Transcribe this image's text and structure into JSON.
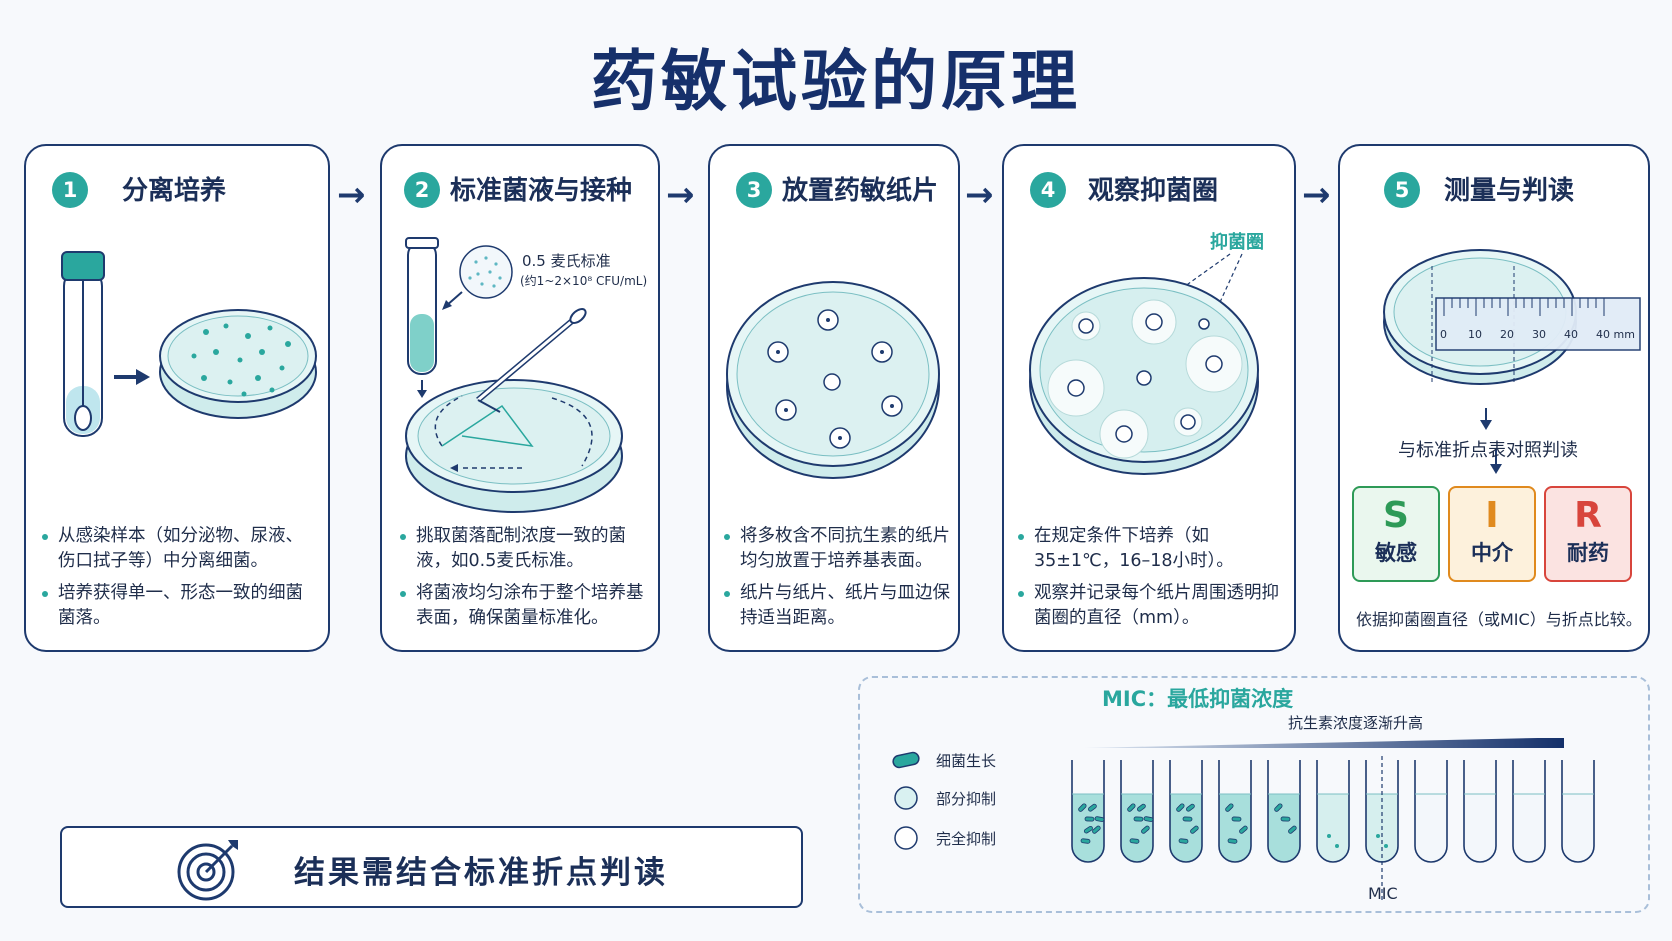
{
  "title": "药敏试验的原理",
  "steps": [
    {
      "number": "1",
      "title": "分离培养",
      "bullets": [
        "从感染样本（如分泌物、尿液、伤口拭子等）中分离细菌。",
        "培养获得单一、形态一致的细菌菌落。"
      ]
    },
    {
      "number": "2",
      "title": "标准菌液与接种",
      "standard_label": "0.5 麦氏标准",
      "standard_note": "(约1~2×10⁸ CFU/mL)",
      "bullets": [
        "挑取菌落配制浓度一致的菌液，如0.5麦氏标准。",
        "将菌液均匀涂布于整个培养基表面，确保菌量标准化。"
      ]
    },
    {
      "number": "3",
      "title": "放置药敏纸片",
      "bullets": [
        "将多枚含不同抗生素的纸片均匀放置于培养基表面。",
        "纸片与纸片、纸片与皿边保持适当距离。"
      ]
    },
    {
      "number": "4",
      "title": "观察抑菌圈",
      "zone_label": "抑菌圈",
      "bullets": [
        "在规定条件下培养（如35±1℃，16–18小时）。",
        "观察并记录每个纸片周围透明抑菌圈的直径（mm）。"
      ]
    },
    {
      "number": "5",
      "title": "测量与判读",
      "ruler_ticks": [
        "0",
        "10",
        "20",
        "30",
        "40",
        "40 mm"
      ],
      "compare_text": "与标准折点表对照判读",
      "categories": [
        {
          "letter": "S",
          "label": "敏感",
          "color": "#2e9a57"
        },
        {
          "letter": "I",
          "label": "中介",
          "color": "#e08a1e"
        },
        {
          "letter": "R",
          "label": "耐药",
          "color": "#d8453c"
        }
      ],
      "footer": "依据抑菌圈直径（或MIC）与折点比较。"
    }
  ],
  "result_text": "结果需结合标准折点判读",
  "mic": {
    "title": "MIC：最低抑菌浓度",
    "gradient_label": "抗生素浓度逐渐升高",
    "legend": [
      {
        "icon": "bacteria-growth-icon",
        "label": "细菌生长"
      },
      {
        "icon": "partial-inhibition-icon",
        "label": "部分抑制"
      },
      {
        "icon": "complete-inhibition-icon",
        "label": "完全抑制"
      }
    ],
    "tubes": [
      "growth",
      "growth",
      "growth",
      "growth",
      "growth",
      "partial",
      "partial",
      "clear",
      "clear",
      "clear",
      "clear"
    ],
    "mic_tube_index": 6,
    "mic_label": "MIC"
  },
  "colors": {
    "accent": "#2aa79e",
    "navy": "#1e3a6e",
    "agar": "#dff2f1"
  }
}
